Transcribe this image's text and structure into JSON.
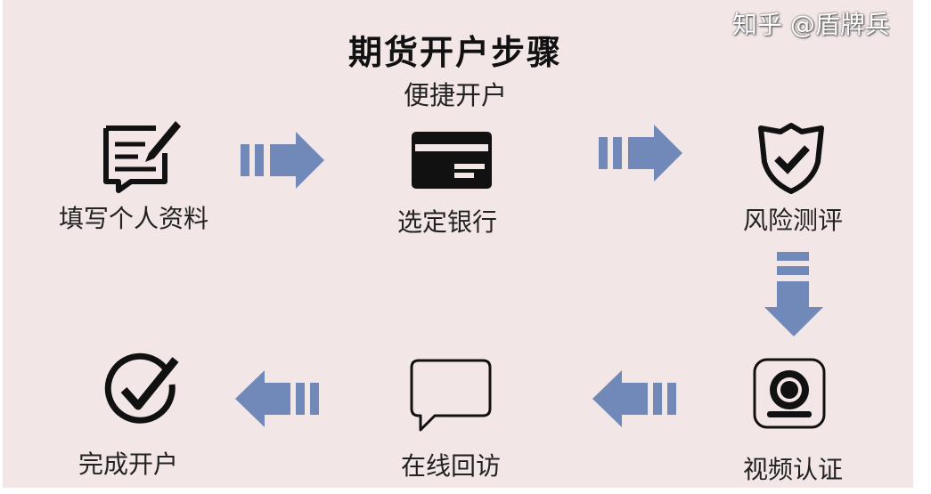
{
  "title": "期货开户步骤",
  "subtitle": "便捷开户",
  "colors": {
    "background": "#f3e6e7",
    "arrow": "#7089b8",
    "icon": "#111111"
  },
  "steps": [
    {
      "label": "填写个人资料",
      "icon": "form-edit-icon"
    },
    {
      "label": "选定银行",
      "icon": "bank-card-icon"
    },
    {
      "label": "风险测评",
      "icon": "shield-check-icon"
    },
    {
      "label": "视频认证",
      "icon": "webcam-icon"
    },
    {
      "label": "在线回访",
      "icon": "chat-bubble-icon"
    },
    {
      "label": "完成开户",
      "icon": "check-circle-icon"
    }
  ],
  "watermark": "知乎 @盾牌兵"
}
